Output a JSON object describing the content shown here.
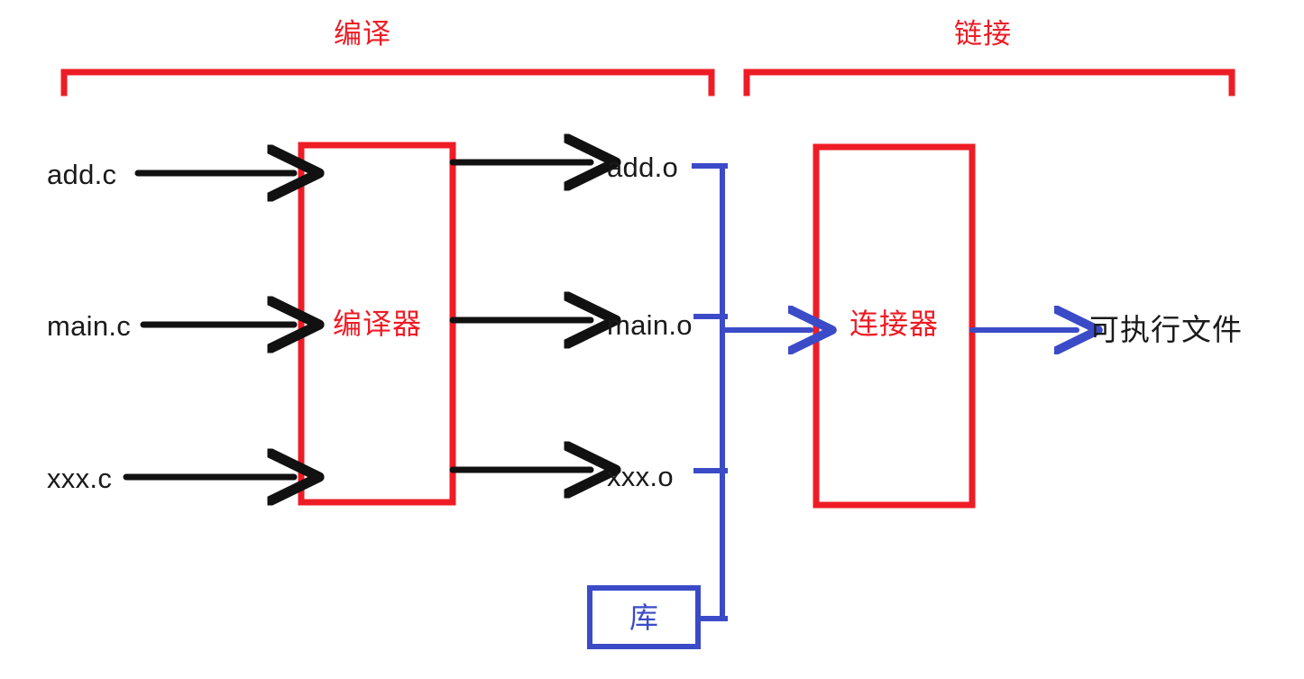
{
  "diagram": {
    "title": "C program build process: compile and link",
    "colors": {
      "red": "#ee1c25",
      "blue": "#3b4bc8",
      "black": "#111111",
      "background": "#ffffff"
    },
    "phases": [
      {
        "id": "compile",
        "label": "编译"
      },
      {
        "id": "link",
        "label": "链接"
      }
    ],
    "sources": [
      {
        "id": "add-c",
        "label": "add.c"
      },
      {
        "id": "main-c",
        "label": "main.c"
      },
      {
        "id": "xxx-c",
        "label": "xxx.c"
      }
    ],
    "objects": [
      {
        "id": "add-o",
        "label": "add.o"
      },
      {
        "id": "main-o",
        "label": "main.o"
      },
      {
        "id": "xxx-o",
        "label": "xxx.o"
      }
    ],
    "processes": [
      {
        "id": "compiler",
        "label": "编译器"
      },
      {
        "id": "linker",
        "label": "连接器"
      }
    ],
    "library": {
      "id": "library",
      "label": "库"
    },
    "output": {
      "id": "executable",
      "label": "可执行文件"
    }
  }
}
